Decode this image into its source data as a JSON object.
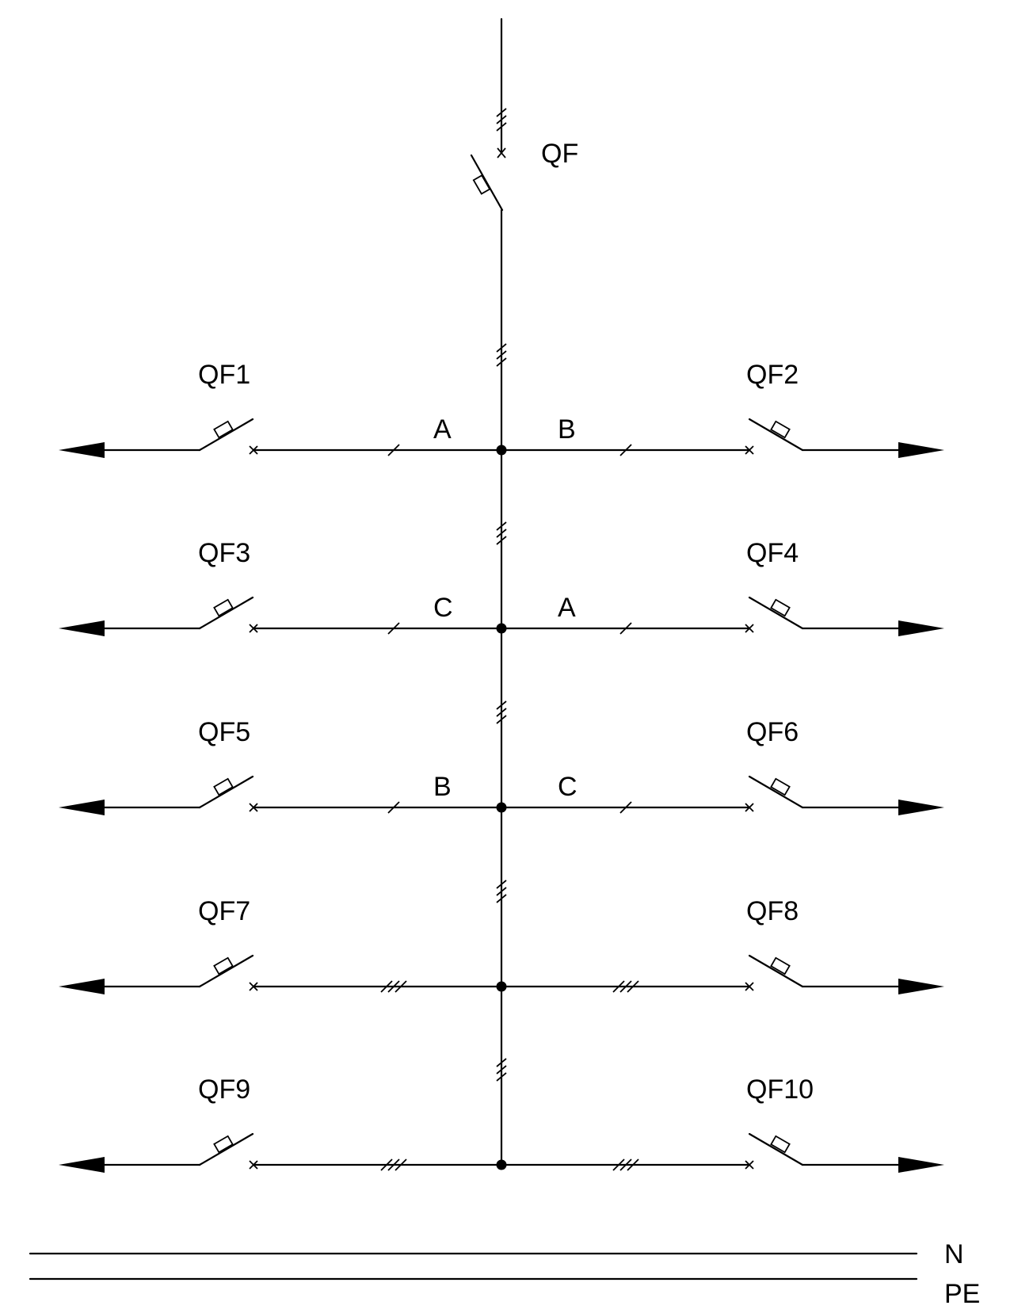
{
  "main_breaker": {
    "label": "QF"
  },
  "branches": [
    {
      "left_label": "QF1",
      "right_label": "QF2",
      "left_phase": "A",
      "right_phase": "B",
      "left_ticks": 1,
      "right_ticks": 1
    },
    {
      "left_label": "QF3",
      "right_label": "QF4",
      "left_phase": "C",
      "right_phase": "A",
      "left_ticks": 1,
      "right_ticks": 1
    },
    {
      "left_label": "QF5",
      "right_label": "QF6",
      "left_phase": "B",
      "right_phase": "C",
      "left_ticks": 1,
      "right_ticks": 1
    },
    {
      "left_label": "QF7",
      "right_label": "QF8",
      "left_phase": "",
      "right_phase": "",
      "left_ticks": 3,
      "right_ticks": 3
    },
    {
      "left_label": "QF9",
      "right_label": "QF10",
      "left_phase": "",
      "right_phase": "",
      "left_ticks": 3,
      "right_ticks": 3
    }
  ],
  "buses": [
    {
      "label": "N"
    },
    {
      "label": "PE"
    }
  ]
}
